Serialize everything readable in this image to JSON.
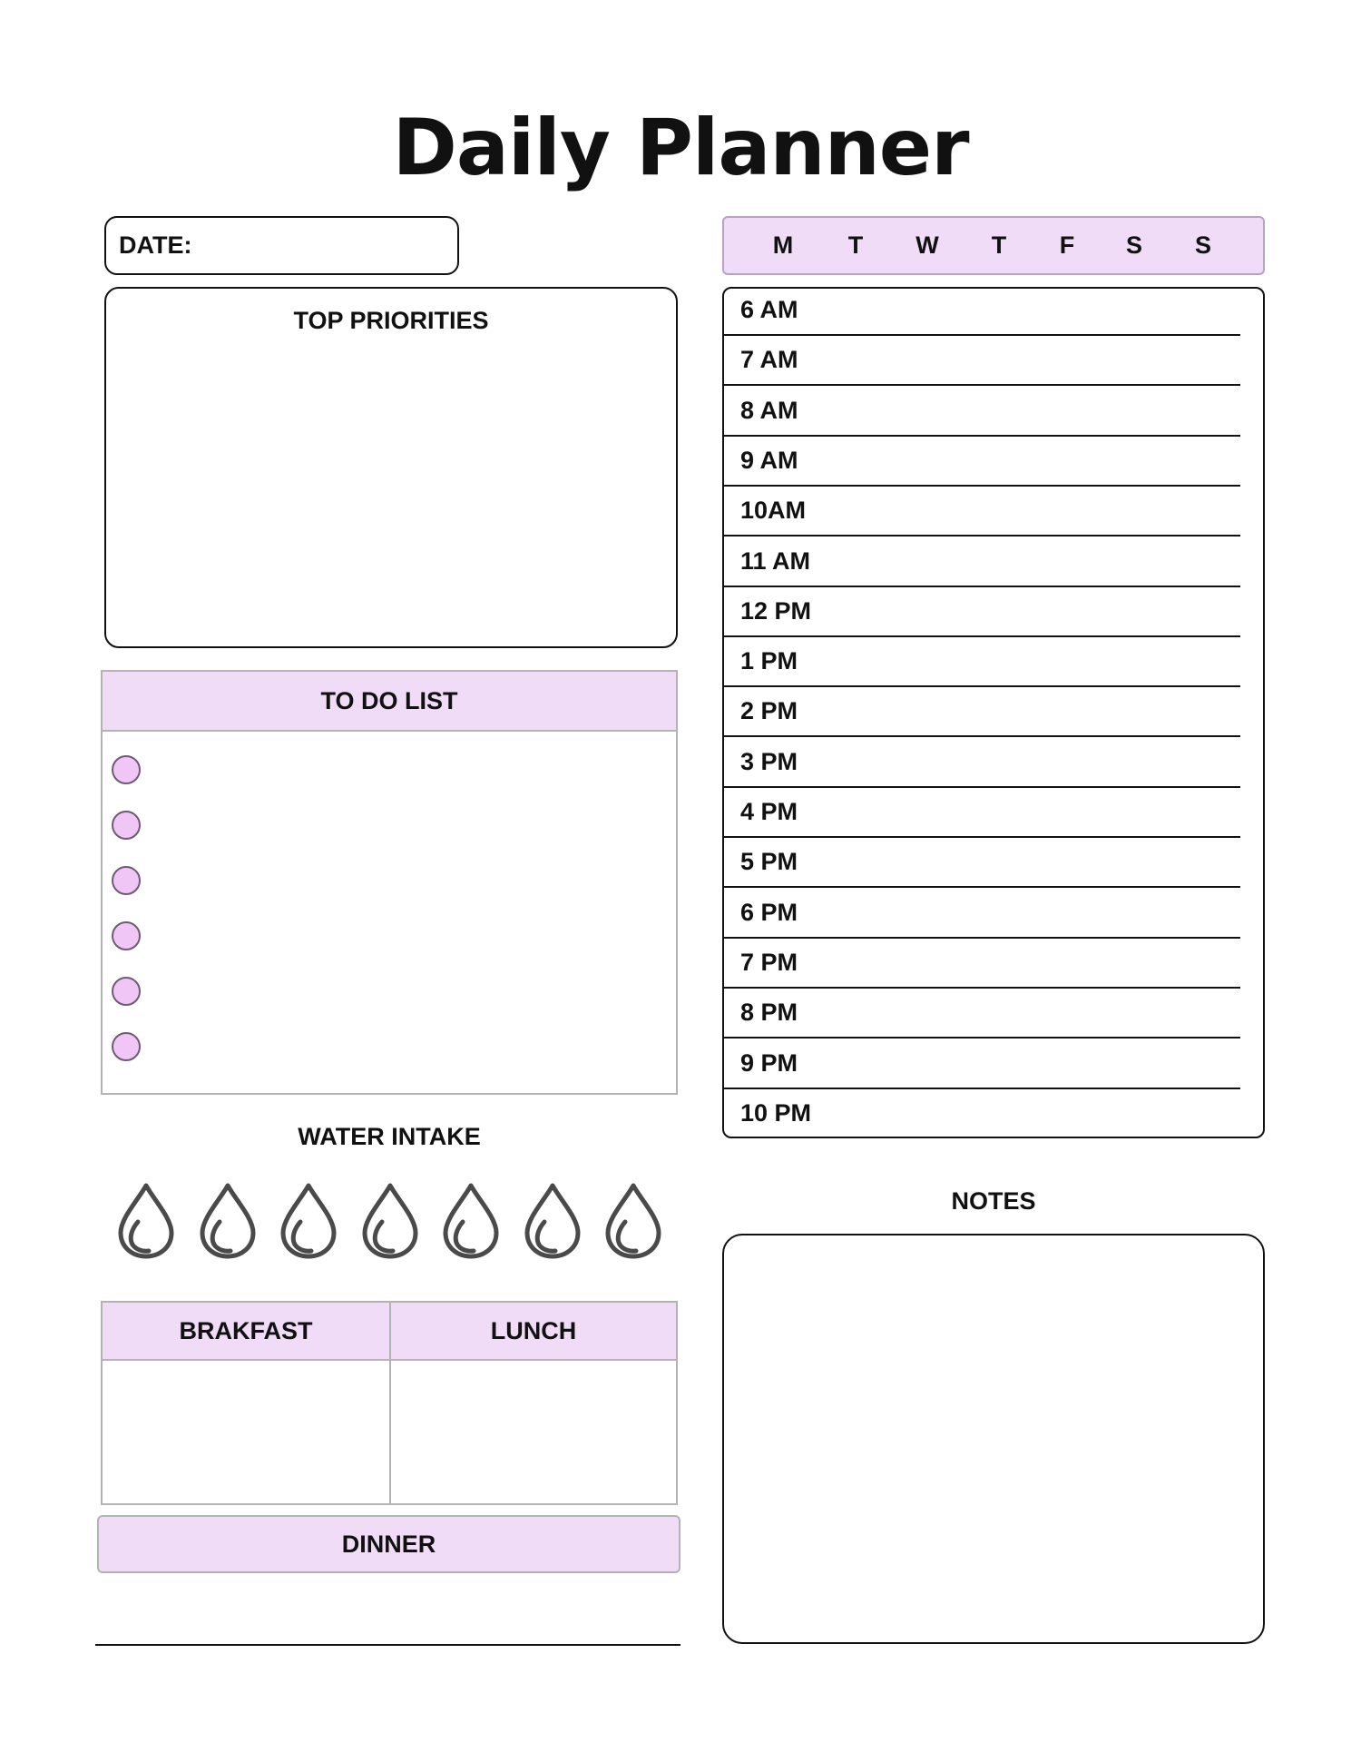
{
  "title": "Daily Planner",
  "date_label": "DATE:",
  "days": [
    "M",
    "T",
    "W",
    "T",
    "F",
    "S",
    "S"
  ],
  "top_priorities_label": "TOP PRIORITIES",
  "todo": {
    "label": "TO DO LIST",
    "count": 6
  },
  "water": {
    "label": "WATER INTAKE",
    "count": 7,
    "icon": "water-drop-icon"
  },
  "meals": {
    "breakfast_label": "BRAKFAST",
    "lunch_label": "LUNCH",
    "dinner_label": "DINNER"
  },
  "schedule": [
    "6 AM",
    "7 AM",
    "8 AM",
    "9 AM",
    "10AM",
    "11 AM",
    "12 PM",
    "1 PM",
    "2 PM",
    "3 PM",
    "4 PM",
    "5 PM",
    "6 PM",
    "7 PM",
    "8 PM",
    "9 PM",
    "10 PM"
  ],
  "notes_label": "NOTES",
  "colors": {
    "accent_fill": "#f1dcf7",
    "checkbox_fill": "#f0c6f6",
    "line": "#111111",
    "soft_border": "#b3b3b3"
  }
}
